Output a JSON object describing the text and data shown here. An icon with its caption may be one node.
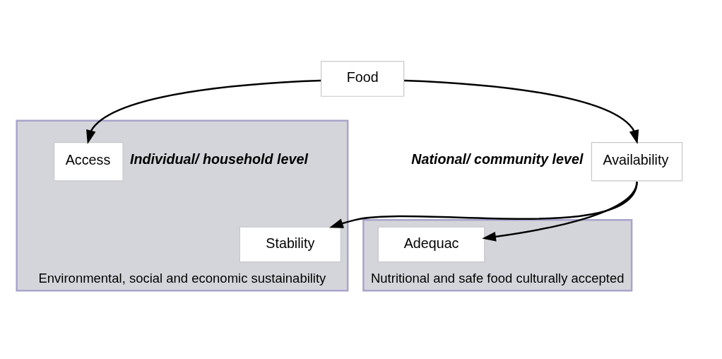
{
  "diagram": {
    "nodes": [
      {
        "text": [
          "Food"
        ]
      },
      {
        "text": [
          "Availability"
        ],
        "beside": [
          "National/ community level"
        ]
      },
      {
        "text": [
          "Environmental, social and economic sustainability"
        ]
      },
      {
        "text": [
          "Access"
        ],
        "in": 2,
        "beside": [
          "Individual/ household level"
        ]
      },
      {
        "text": [
          "Nutritional and safe food culturally accepted"
        ]
      },
      {
        "text": [
          "Adequac"
        ],
        "in": 4
      },
      {
        "text": [
          "Stability"
        ],
        "in": 2
      }
    ],
    "edges": [
      {
        "from": 0,
        "to": 1,
        "arrow": "to"
      },
      {
        "from": 0,
        "to": 3,
        "arrow": "to"
      },
      {
        "from": 1,
        "to": 5,
        "arrow": "to"
      },
      {
        "from": 1,
        "to": 6,
        "arrow": "to"
      }
    ]
  }
}
